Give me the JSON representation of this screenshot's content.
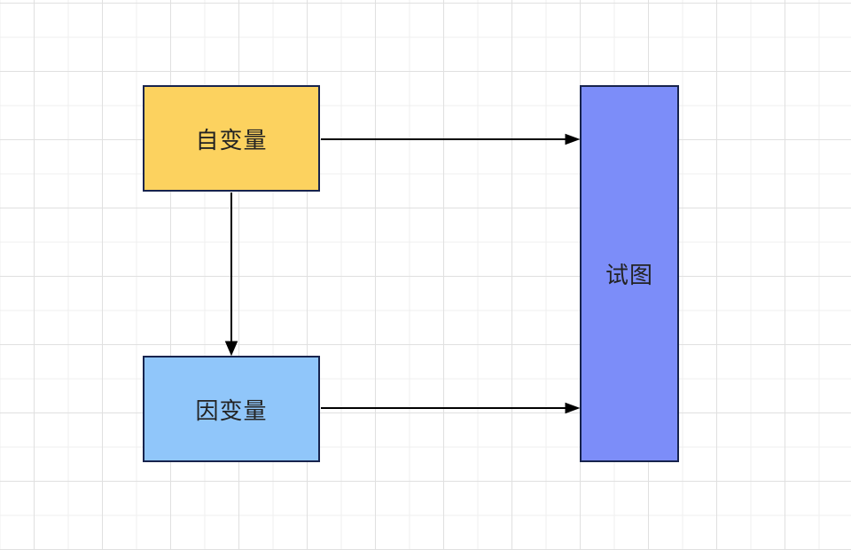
{
  "diagram": {
    "canvas": {
      "background": "#FFFFFF",
      "grid_minor_color": "#EFEFEF",
      "grid_major_color": "#E0E0E0"
    },
    "nodes": [
      {
        "id": "independent-variable",
        "label": "自变量",
        "fill": "#FCD25F",
        "border": "#17234D"
      },
      {
        "id": "dependent-variable",
        "label": "因变量",
        "fill": "#90C6FA",
        "border": "#17234D"
      },
      {
        "id": "view",
        "label": "试图",
        "fill": "#7C8DF9",
        "border": "#17234D"
      }
    ],
    "connectors": [
      {
        "from": "independent-variable",
        "to": "view",
        "color": "#000000"
      },
      {
        "from": "independent-variable",
        "to": "dependent-variable",
        "color": "#000000"
      },
      {
        "from": "dependent-variable",
        "to": "view",
        "color": "#000000"
      }
    ]
  }
}
